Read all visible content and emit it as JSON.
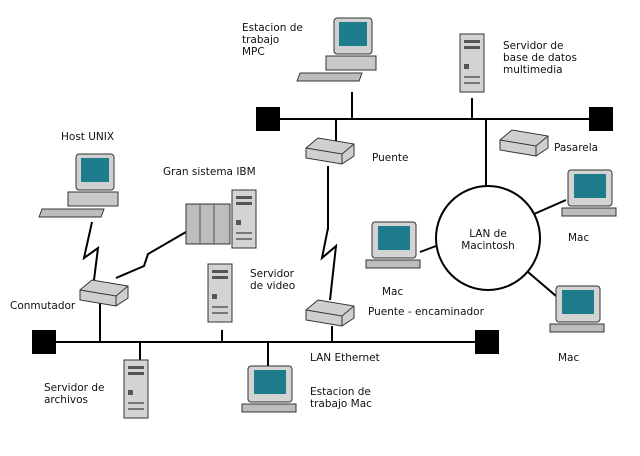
{
  "labels": {
    "mpc_workstation": "Estacion de\ntrabajo\nMPC",
    "multimedia_db_server": "Servidor de\nbase de datos\nmultimedia",
    "unix_host": "Host UNIX",
    "ibm_mainframe": "Gran sistema IBM",
    "bridge": "Puente",
    "gateway": "Pasarela",
    "lan_macintosh": "LAN de\nMacintosh",
    "mac_right_top": "Mac",
    "mac_center": "Mac",
    "mac_right_bottom": "Mac",
    "video_server": "Servidor\nde video",
    "switch": "Conmutador",
    "bridge_router": "Puente - encaminador",
    "lan_ethernet": "LAN Ethernet",
    "file_server": "Servidor de\narchivos",
    "mac_workstation": "Estacion de\ntrabajo Mac"
  },
  "icons": {
    "workstation": "workstation-icon",
    "tower": "tower-server-icon",
    "mainframe": "mainframe-icon",
    "network_box": "network-box-icon",
    "mac": "mac-computer-icon",
    "terminator": "bus-terminator-icon"
  },
  "colors": {
    "line": "#000000",
    "screen": "#1f7c8c",
    "body": "#c9c9c9",
    "shadow": "#8a8a8a"
  }
}
